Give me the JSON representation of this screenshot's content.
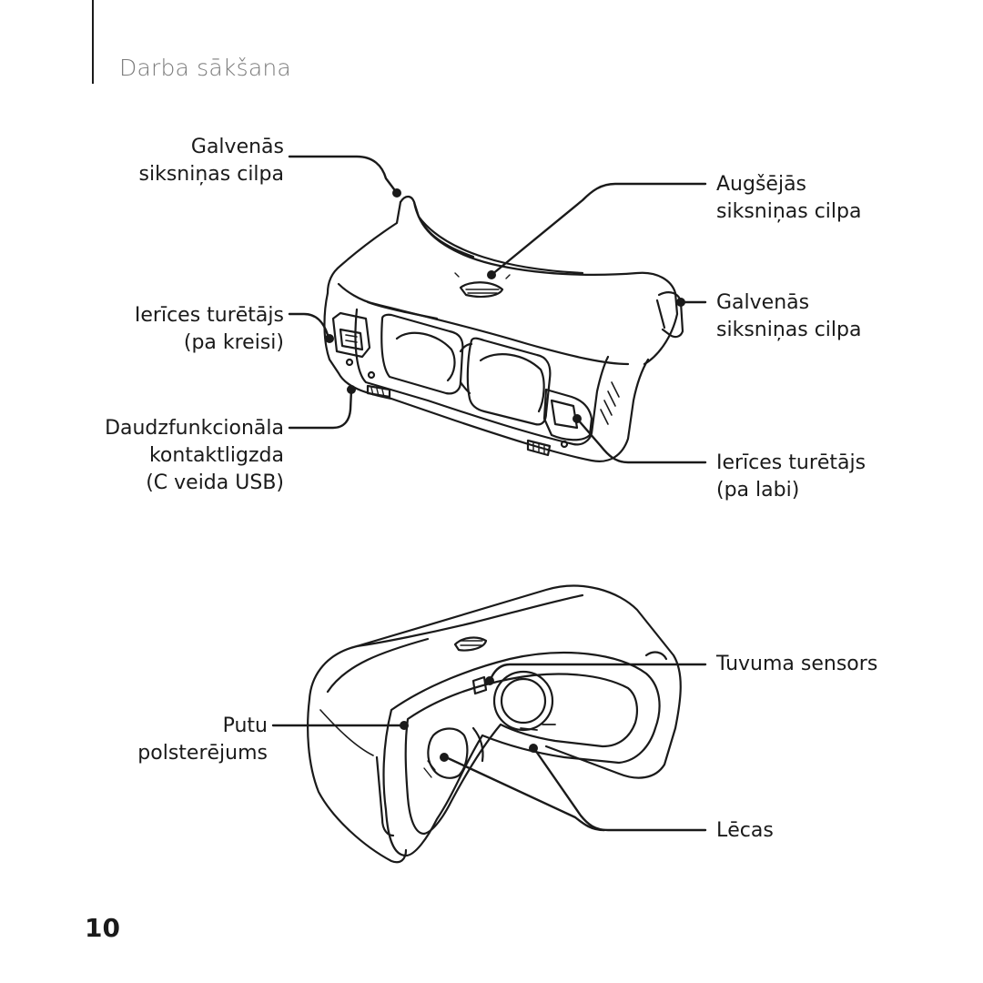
{
  "header": {
    "section_title": "Darba sākšana"
  },
  "figure_top": {
    "labels": {
      "main_strap_loop_left": {
        "line1": "Galvenās",
        "line2": "siksniņas cilpa"
      },
      "top_strap_loop": {
        "line1": "Augšējās",
        "line2": "siksniņas cilpa"
      },
      "main_strap_loop_right": {
        "line1": "Galvenās",
        "line2": "siksniņas cilpa"
      },
      "device_holder_left": {
        "line1": "Ierīces turētājs",
        "line2": "(pa kreisi)"
      },
      "multipurpose_jack": {
        "line1": "Daudzfunkcionāla",
        "line2": "kontaktligzda",
        "line3": "(C veida USB)"
      },
      "device_holder_right": {
        "line1": "Ierīces turētājs",
        "line2": "(pa labi)"
      }
    }
  },
  "figure_bottom": {
    "labels": {
      "proximity_sensor": {
        "line1": "Tuvuma sensors"
      },
      "foam_cushion": {
        "line1": "Putu",
        "line2": "polsterējums"
      },
      "lenses": {
        "line1": "Lēcas"
      }
    }
  },
  "footer": {
    "page_number": "10"
  }
}
